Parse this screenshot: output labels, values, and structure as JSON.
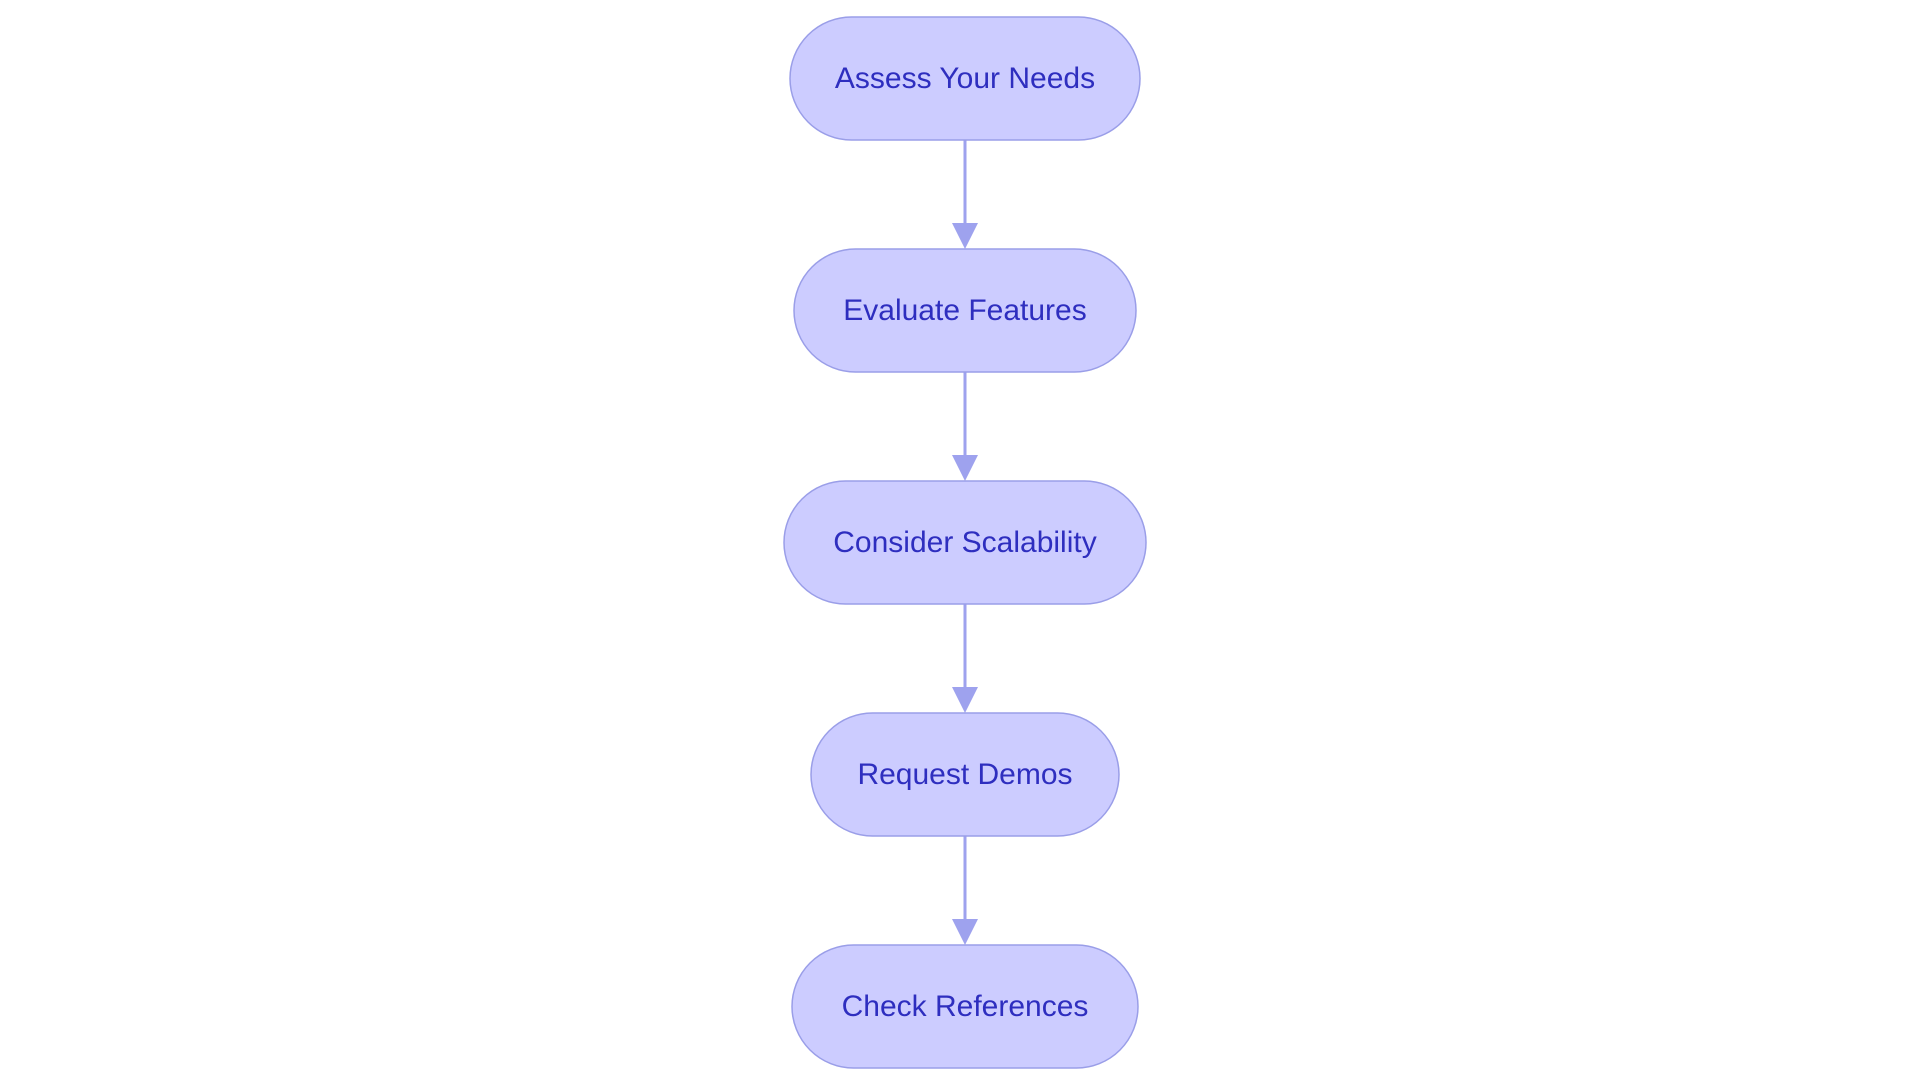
{
  "diagram": {
    "type": "flowchart",
    "direction": "top-to-bottom",
    "colors": {
      "node_fill": "#ccccff",
      "node_border": "#9a9ee8",
      "node_text": "#2e2ebf",
      "edge": "#9ea2ee"
    },
    "nodes": [
      {
        "id": "assess",
        "label": "Assess Your Needs"
      },
      {
        "id": "evaluate",
        "label": "Evaluate Features"
      },
      {
        "id": "consider",
        "label": "Consider Scalability"
      },
      {
        "id": "request",
        "label": "Request Demos"
      },
      {
        "id": "check",
        "label": "Check References"
      }
    ],
    "edges": [
      {
        "from": "assess",
        "to": "evaluate"
      },
      {
        "from": "evaluate",
        "to": "consider"
      },
      {
        "from": "consider",
        "to": "request"
      },
      {
        "from": "request",
        "to": "check"
      }
    ]
  }
}
